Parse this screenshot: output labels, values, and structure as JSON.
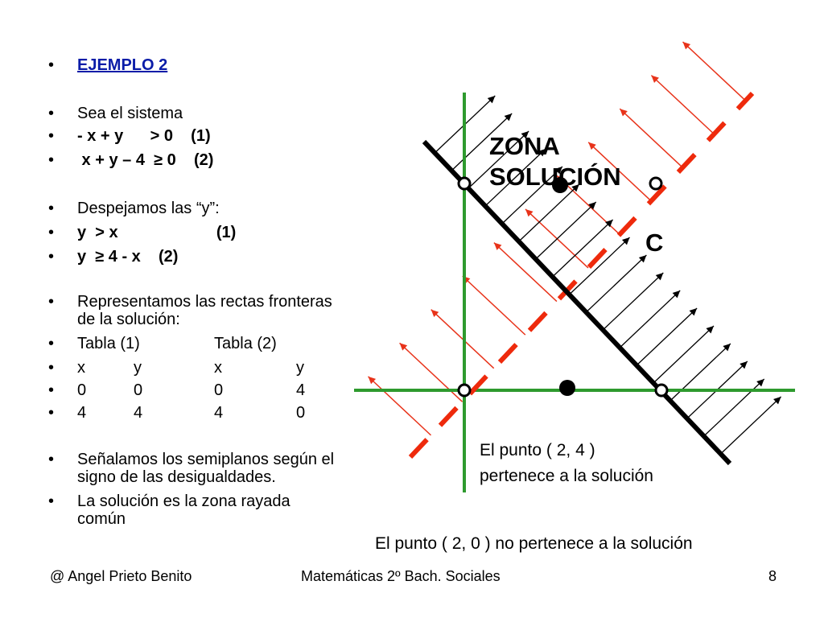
{
  "slide": {
    "title": "EJEMPLO 2",
    "lines": {
      "l1": "Sea  el  sistema",
      "l2": "- x + y      > 0    (1)",
      "l3": " x + y – 4  ≥ 0    (2)",
      "l4": "Despejamos las “y”:",
      "l5": "y  > x                      (1)",
      "l6": "y  ≥ 4 - x    (2)",
      "l7a": "Representamos las rectas fronteras",
      "l7b": "de la solución:",
      "l11a": "Señalamos los semiplanos según el",
      "l11b": "signo de las desigualdades.",
      "l12a": "La solución es la zona rayada",
      "l12b": "común"
    },
    "table": {
      "headers": [
        "Tabla (1)",
        "Tabla (2)"
      ],
      "rows": [
        [
          "x",
          "y",
          "x",
          "y"
        ],
        [
          "0",
          "0",
          "0",
          "4"
        ],
        [
          "4",
          "4",
          "4",
          "0"
        ]
      ]
    },
    "bullet_char": "•"
  },
  "diagram": {
    "zone_label_1": "ZONA",
    "zone_label_2": "SOLUCIÓN",
    "point_label": "C",
    "note_inside_1": "El punto ( 2, 4 )",
    "note_inside_2": "pertenece a la solución",
    "note_outside": "El punto ( 2, 0 ) no  pertenece a la solución",
    "colors": {
      "axes": "#2e9a2e",
      "line1": "#ee2a0c",
      "line2": "#000000",
      "hatch1": "#e8331a",
      "hatch2": "#000000"
    }
  },
  "footer": {
    "author": "@ Angel Prieto Benito",
    "course": "Matemáticas 2º Bach. Sociales",
    "page": "8"
  }
}
